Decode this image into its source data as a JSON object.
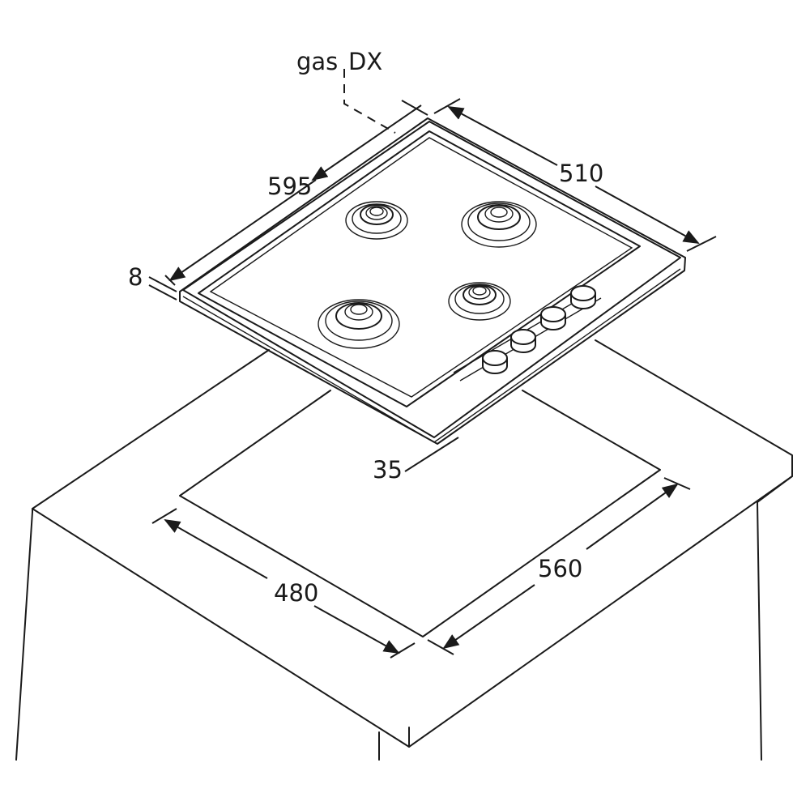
{
  "diagram": {
    "labels": {
      "gas_side": "gas",
      "gas_dx": "DX",
      "width_hob": "595",
      "depth_hob": "510",
      "thickness": "8",
      "under_depth": "35",
      "cutout_width": "480",
      "cutout_depth": "560"
    },
    "burners": 4,
    "knobs": 4
  }
}
